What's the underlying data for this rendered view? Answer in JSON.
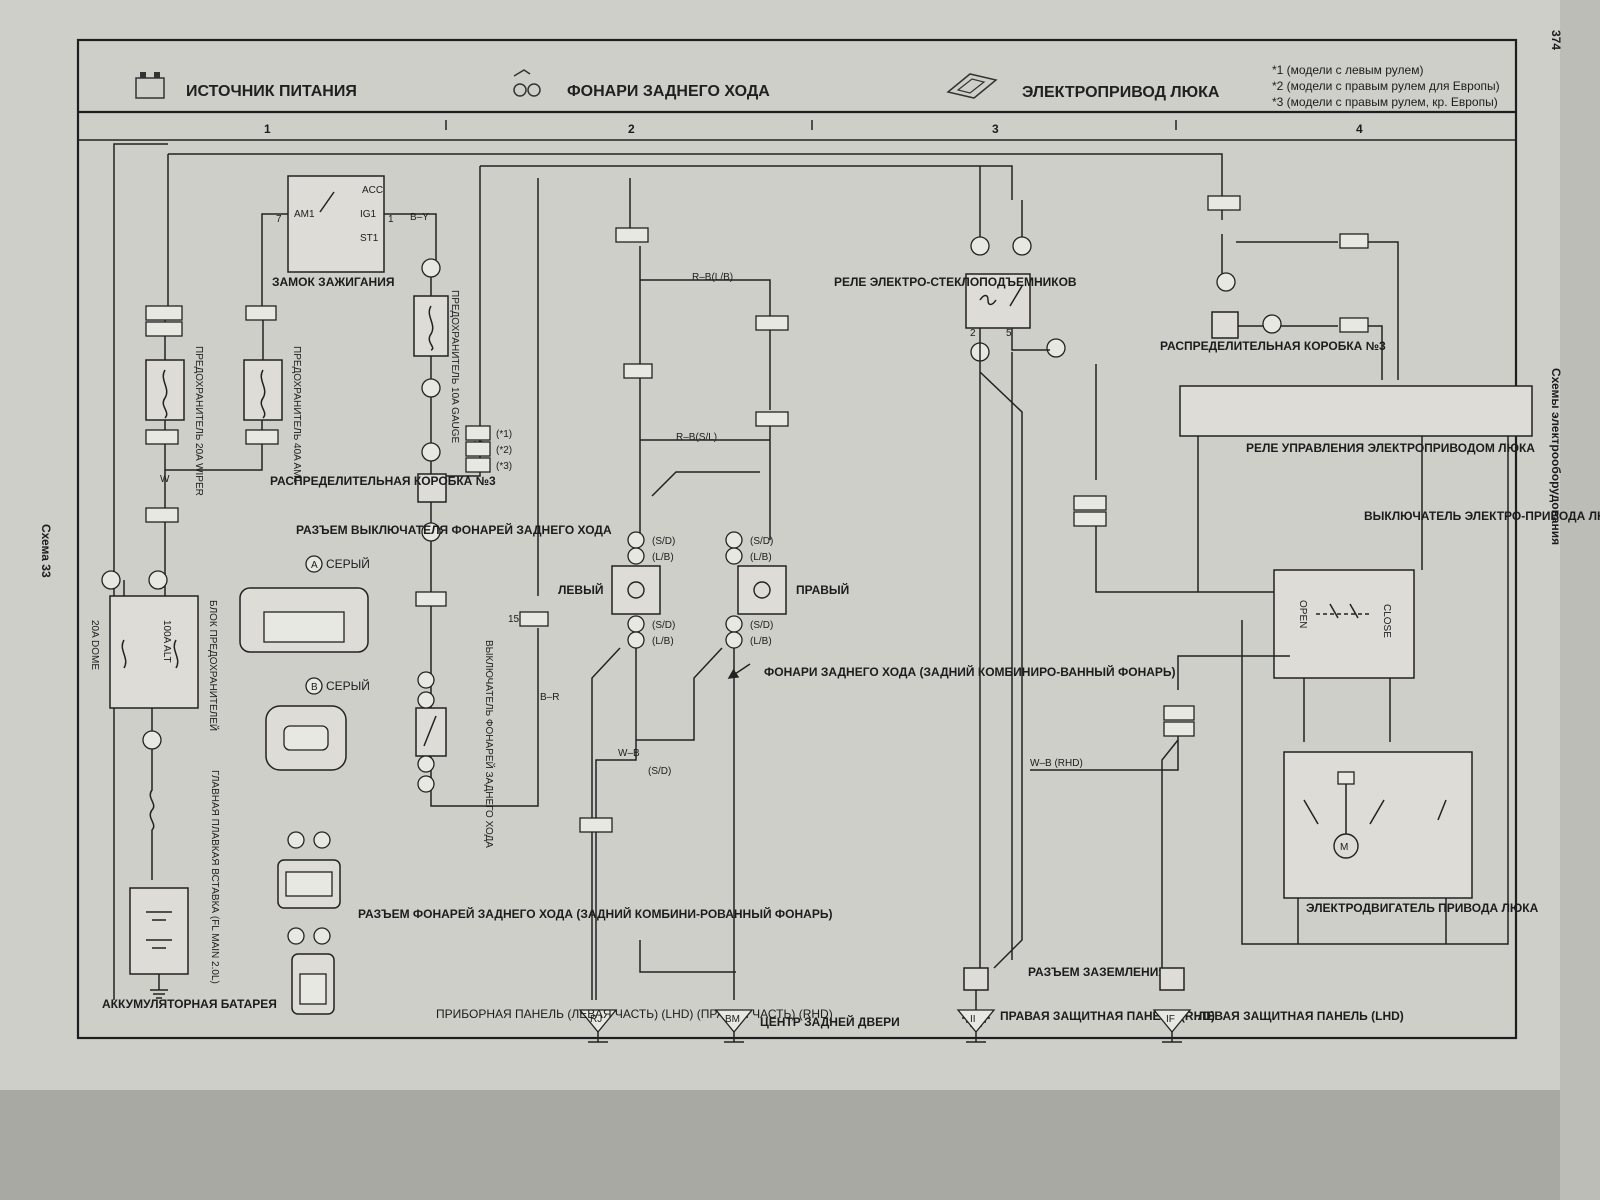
{
  "header": {
    "page_number": "374",
    "book_title": "Схемы электрооборудования",
    "schema_label": "Схема 33",
    "sections": [
      "ИСТОЧНИК ПИТАНИЯ",
      "ФОНАРИ ЗАДНЕГО ХОДА",
      "ЭЛЕКТРОПРИВОД ЛЮКА"
    ],
    "notes": [
      "*1 (модели с левым рулем)",
      "*2 (модели с правым рулем для Европы)",
      "*3 (модели с правым рулем, кр. Европы)"
    ],
    "columns": [
      "1",
      "2",
      "3",
      "4"
    ]
  },
  "components": {
    "ignition": "ЗАМОК ЗАЖИГАНИЯ",
    "ign_acc": "ACC",
    "ign_am1": "AM1",
    "ign_ig1": "IG1",
    "ign_st1": "ST1",
    "fuse_gauge": "ПРЕДОХРАНИТЕЛЬ 10A GAUGE",
    "fuse_wiper": "ПРЕДОХРАНИТЕЛЬ 20A WIPER",
    "fuse_am1": "ПРЕДОХРАНИТЕЛЬ 40A AM1",
    "jbox3_left": "РАСПРЕДЕЛИТЕЛЬНАЯ КОРОБКА №3",
    "jbox3_right": "РАСПРЕДЕЛИТЕЛЬНАЯ КОРОБКА №3",
    "fuse_block": "БЛОК ПРЕДОХРАНИТЕЛЕЙ",
    "fuse_dome": "20A DOME",
    "fuse_alt": "100A ALT",
    "main_fuse": "ГЛАВНАЯ ПЛАВКАЯ ВСТАВКА (FL MAIN 2.0L)",
    "battery": "АККУМУЛЯТОРНАЯ БАТАРЕЯ",
    "backup_switch": "ВЫКЛЮЧАТЕЛЬ ФОНАРЕЙ ЗАДНЕГО ХОДА",
    "lamp_left": "ЛЕВЫЙ",
    "lamp_right": "ПРАВЫЙ",
    "lamps": "ФОНАРИ ЗАДНЕГО ХОДА (ЗАДНИЙ КОМБИНИРО-ВАННЫЙ ФОНАРЬ)",
    "switch_conn": "РАЗЪЕМ ВЫКЛЮЧАТЕЛЯ ФОНАРЕЙ ЗАДНЕГО ХОДА",
    "conn_a": "СЕРЫЙ",
    "conn_b": "СЕРЫЙ",
    "lamp_conn": "РАЗЪЕМ ФОНАРЕЙ ЗАДНЕГО ХОДА (ЗАДНИЙ КОМБИНИ-РОВАННЫЙ ФОНАРЬ)",
    "window_relay": "РЕЛЕ ЭЛЕКТРО-СТЕКЛОПОДЪЕМНИКОВ",
    "sunroof_relay": "РЕЛЕ УПРАВЛЕНИЯ ЭЛЕКТРОПРИВОДОМ ЛЮКА",
    "sunroof_switch": "ВЫКЛЮЧАТЕЛЬ ЭЛЕКТРО-ПРИВОДА ЛЮКА",
    "sw_open": "OPEN",
    "sw_close": "CLOSE",
    "motor": "ЭЛЕКТРОДВИГАТЕЛЬ ПРИВОДА ЛЮКА",
    "ground_conn": "РАЗЪЕМ ЗАЗЕМЛЕНИЯ"
  },
  "grounds": [
    {
      "code": "RJ",
      "label": "ПРИБОРНАЯ ПАНЕЛЬ (ЛЕВАЯ ЧАСТЬ) (LHD) (ПРАВАЯ ЧАСТЬ) (RHD)"
    },
    {
      "code": "BM",
      "label": "ЦЕНТР ЗАДНЕЙ ДВЕРИ"
    },
    {
      "code": "II",
      "label": "ПРАВАЯ ЗАЩИТНАЯ ПАНЕЛЬ (RHD)"
    },
    {
      "code": "IF",
      "label": "ЛЕВАЯ ЗАЩИТНАЯ ПАНЕЛЬ (LHD)"
    }
  ]
}
